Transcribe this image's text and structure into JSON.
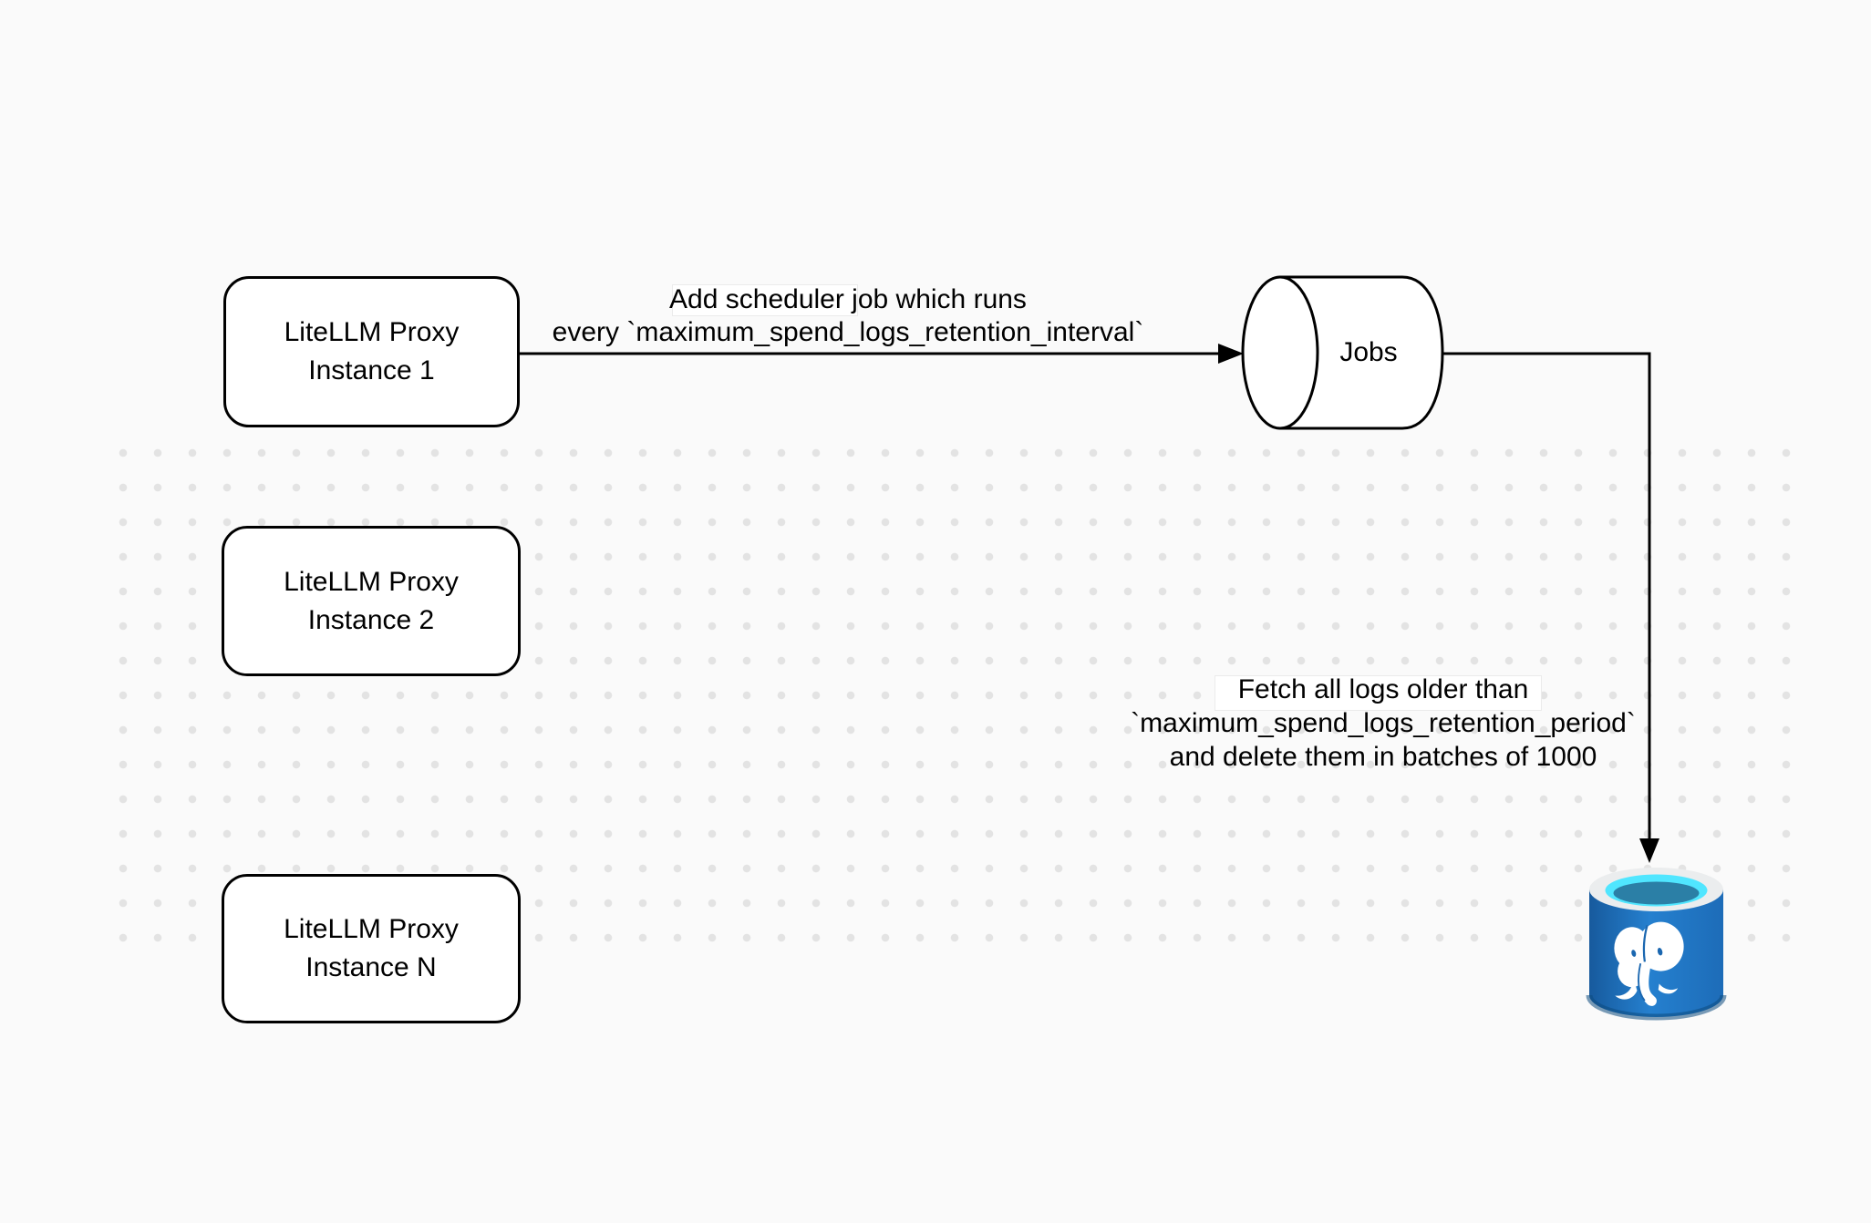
{
  "diagram": {
    "nodes": {
      "instance1": "LiteLLM Proxy\nInstance 1",
      "instance2": "LiteLLM Proxy\nInstance 2",
      "instanceN": "LiteLLM Proxy\nInstance N",
      "jobs": "Jobs"
    },
    "edge_labels": {
      "scheduler": {
        "line1": "Add scheduler job which runs",
        "line2": "every `maximum_spend_logs_retention_interval`"
      },
      "fetch": {
        "line1": "Fetch all logs older than",
        "line2": "`maximum_spend_logs_retention_period`",
        "line3": "and delete them in batches of 1000"
      }
    },
    "icons": {
      "postgres": "postgresql-database-icon"
    },
    "colors": {
      "stroke": "#000000",
      "node_fill": "#ffffff",
      "background": "#fafafa",
      "grid_dot": "#e3e3e3",
      "pg_body_blue": "#1d6cb8",
      "pg_top_ring": "#ebedee",
      "pg_water_cyan": "#50e6ff",
      "pg_water_dark": "#2b7fa6",
      "pg_elephant": "#ffffff"
    }
  }
}
